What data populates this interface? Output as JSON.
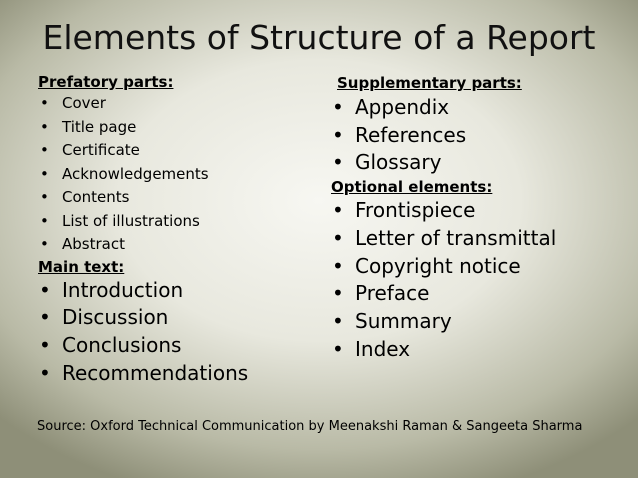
{
  "title": "Elements of Structure of a Report",
  "prefatory": {
    "heading": "Prefatory parts:",
    "items": [
      "Cover",
      "Title page",
      "Certificate",
      "Acknowledgements",
      "Contents",
      "List of illustrations",
      "Abstract"
    ]
  },
  "main_text": {
    "heading": "Main text:",
    "items": [
      "Introduction",
      "Discussion",
      "Conclusions",
      "Recommendations"
    ]
  },
  "supplementary": {
    "heading": "Supplementary parts:",
    "items": [
      "Appendix",
      "References",
      "Glossary"
    ]
  },
  "optional": {
    "heading": "Optional elements:",
    "items": [
      "Frontispiece",
      "Letter of transmittal",
      "Copyright notice",
      "Preface",
      "Summary",
      "Index"
    ]
  },
  "source": "Source: Oxford Technical Communication by Meenakshi Raman & Sangeeta Sharma"
}
